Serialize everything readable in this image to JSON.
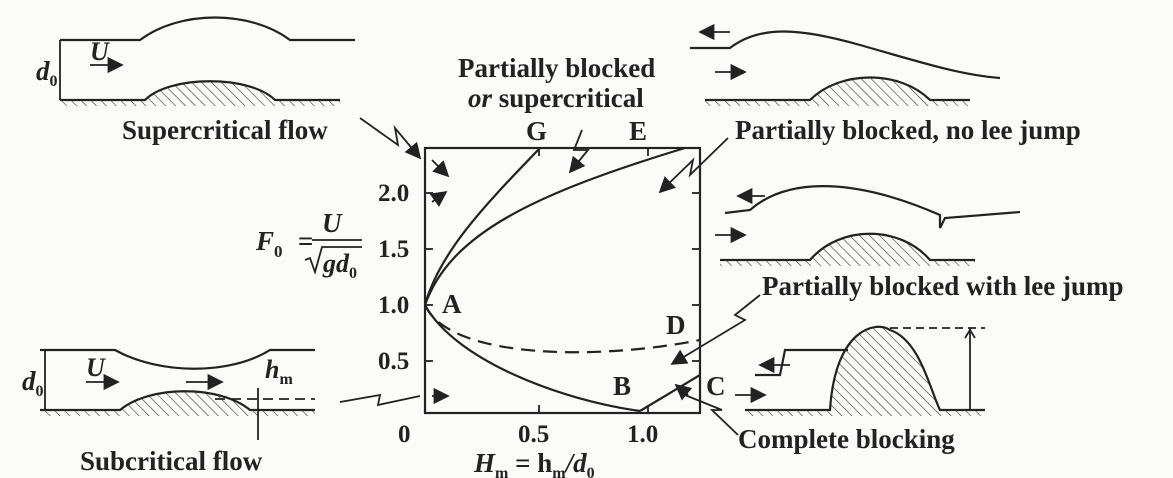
{
  "labels": {
    "supercritical": "Supercritical flow",
    "subcritical": "Subcritical flow",
    "pb_or_super_1": "Partially blocked",
    "pb_or_super_2a": "or",
    "pb_or_super_2b": "supercritical",
    "pb_no_lee": "Partially blocked, no lee jump",
    "pb_with_lee": "Partially blocked with lee jump",
    "complete": "Complete blocking"
  },
  "points": {
    "A": "A",
    "B": "B",
    "C": "C",
    "D": "D",
    "E": "E",
    "G": "G"
  },
  "axes": {
    "y_ticks": [
      "2.0",
      "1.5",
      "1.0",
      "0.5"
    ],
    "x_ticks": [
      "0",
      "0.5",
      "1.0"
    ],
    "y_symbol": "F",
    "y_sub": "0",
    "y_num": "U",
    "y_den": "gd",
    "y_den_sub": "0",
    "x_symbol": "H",
    "x_sub": "m",
    "x_eq": " = h",
    "x_sub2": "m",
    "x_div": "/d",
    "x_sub3": "0"
  },
  "sketch_text": {
    "d": "d",
    "d_sub": "0",
    "U": "U",
    "h": "h",
    "h_sub": "m"
  }
}
